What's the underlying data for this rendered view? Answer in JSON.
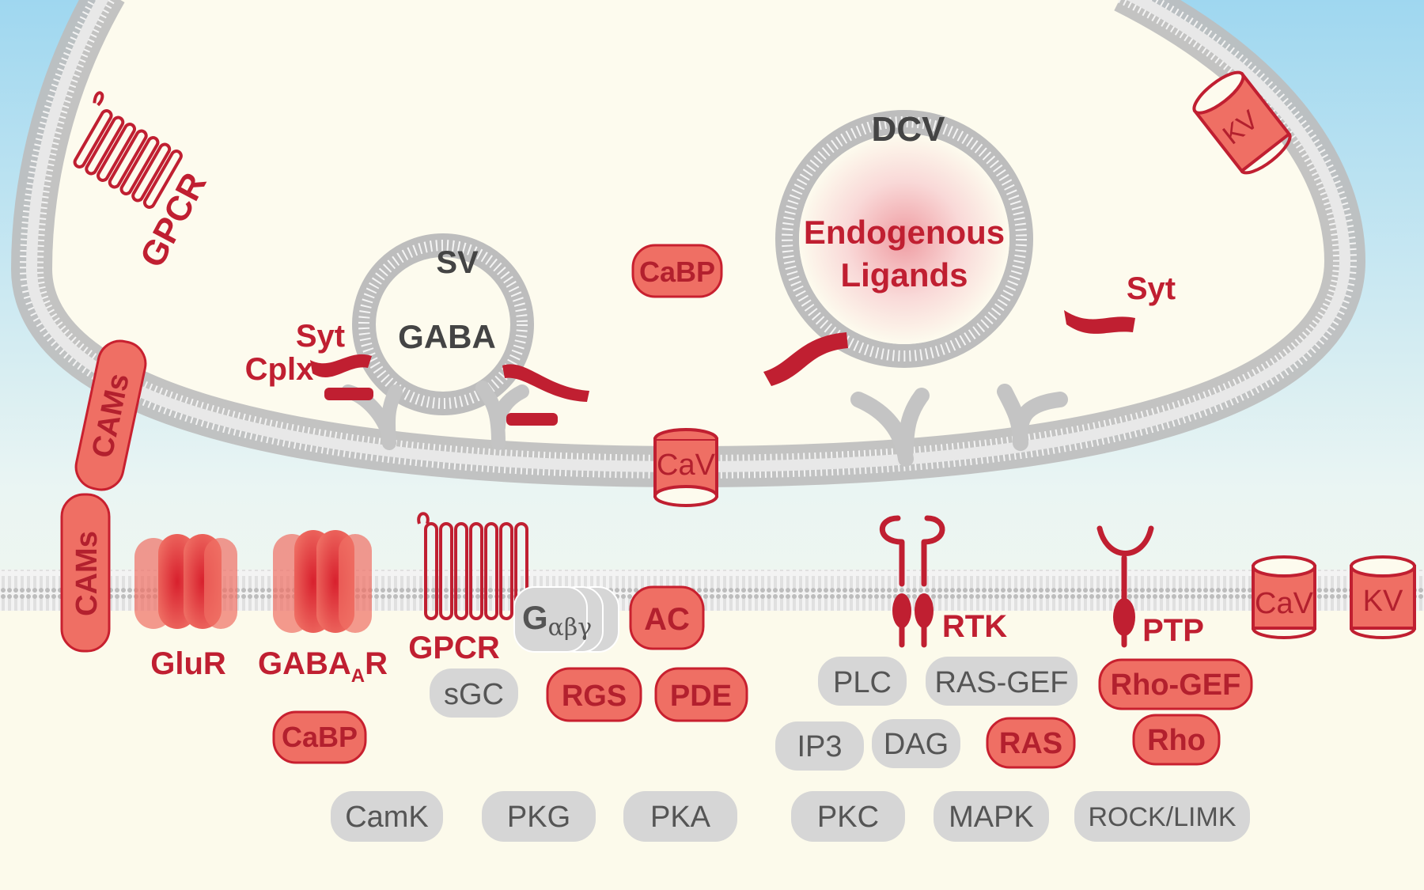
{
  "colors": {
    "protein_red": "#c01f31",
    "pill_red_fill": "#ef6f64",
    "pill_red_stroke": "#c8202f",
    "pill_grey_fill": "#d6d6d6",
    "membrane_grey": "#bdbdbd",
    "sky_blue": "#a9dcf2",
    "cytoplasm_cream": "#fdfbee"
  },
  "presynaptic": {
    "gpcr_label": "GPCR",
    "kv_label": "KV",
    "cabp_label": "CaBP",
    "cav_label": "CaV",
    "cams_label": "CAMs",
    "sv": {
      "label": "SV",
      "cargo": "GABA",
      "syt_label": "Syt",
      "cplx_label": "Cplx"
    },
    "dcv": {
      "label": "DCV",
      "cargo_line1": "Endogenous",
      "cargo_line2": "Ligands",
      "syt_label": "Syt"
    }
  },
  "postsynaptic": {
    "cams_label": "CAMs",
    "glur_label": "GluR",
    "gabaar_label_main": "GABA",
    "gabaar_label_sub": "A",
    "gabaar_label_end": "R",
    "gpcr_label": "GPCR",
    "g_protein_main": "G",
    "g_protein_sub": "αβγ",
    "rtk_label": "RTK",
    "ptp_label": "PTP",
    "cav_label": "CaV",
    "kv_label": "KV"
  },
  "signaling_red": [
    "AC",
    "RGS",
    "PDE",
    "CaBP",
    "RAS",
    "Rho-GEF",
    "Rho"
  ],
  "signaling_grey": [
    "sGC",
    "PLC",
    "RAS-GEF",
    "IP3",
    "DAG",
    "CamK",
    "PKG",
    "PKA",
    "PKC",
    "MAPK",
    "ROCK/LIMK"
  ]
}
